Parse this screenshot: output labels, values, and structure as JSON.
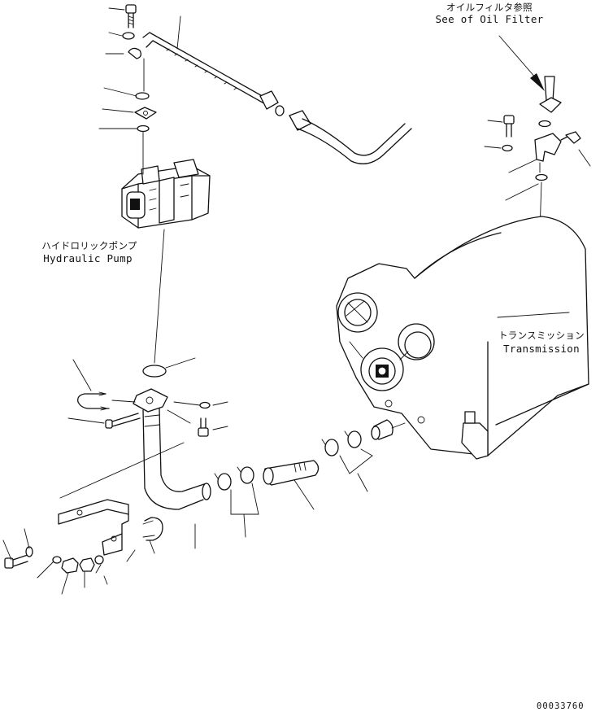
{
  "labels": {
    "oil_filter_jp": "オイルフィルタ参照",
    "oil_filter_en": "See of Oil Filter",
    "pump_jp": "ハイドロリックポンプ",
    "pump_en": "Hydraulic Pump",
    "transmission_jp": "トランスミッション",
    "transmission_en": "Transmission",
    "drawing_number": "00033760"
  },
  "colors": {
    "line": "#111111",
    "background": "#ffffff"
  }
}
